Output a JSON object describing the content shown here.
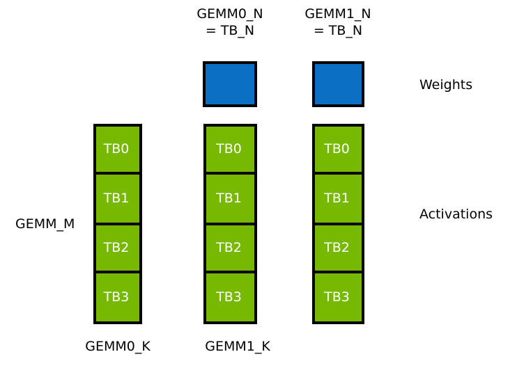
{
  "diagram": {
    "title_labels": {
      "gemm0_n": "GEMM0_N\n= TB_N",
      "gemm1_n": "GEMM1_N\n= TB_N"
    },
    "side_labels": {
      "weights": "Weights",
      "activations": "Activations"
    },
    "axis_labels": {
      "gemm_m": "GEMM_M",
      "gemm0_k": "GEMM0_K",
      "gemm1_k": "GEMM1_K"
    },
    "colors": {
      "weights_fill": "#0b70c4",
      "activations_fill": "#76b900",
      "border": "#000000",
      "cell_text": "#ffffff",
      "label_text": "#000000",
      "background": "#ffffff"
    },
    "weight_blocks": [
      {
        "name": "gemm0-weight-block"
      },
      {
        "name": "gemm1-weight-block"
      }
    ],
    "activation_columns": [
      {
        "name": "activation-column-0",
        "cells": [
          "TB0",
          "TB1",
          "TB2",
          "TB3"
        ]
      },
      {
        "name": "activation-column-1",
        "cells": [
          "TB0",
          "TB1",
          "TB2",
          "TB3"
        ]
      },
      {
        "name": "activation-column-2",
        "cells": [
          "TB0",
          "TB1",
          "TB2",
          "TB3"
        ]
      }
    ]
  }
}
